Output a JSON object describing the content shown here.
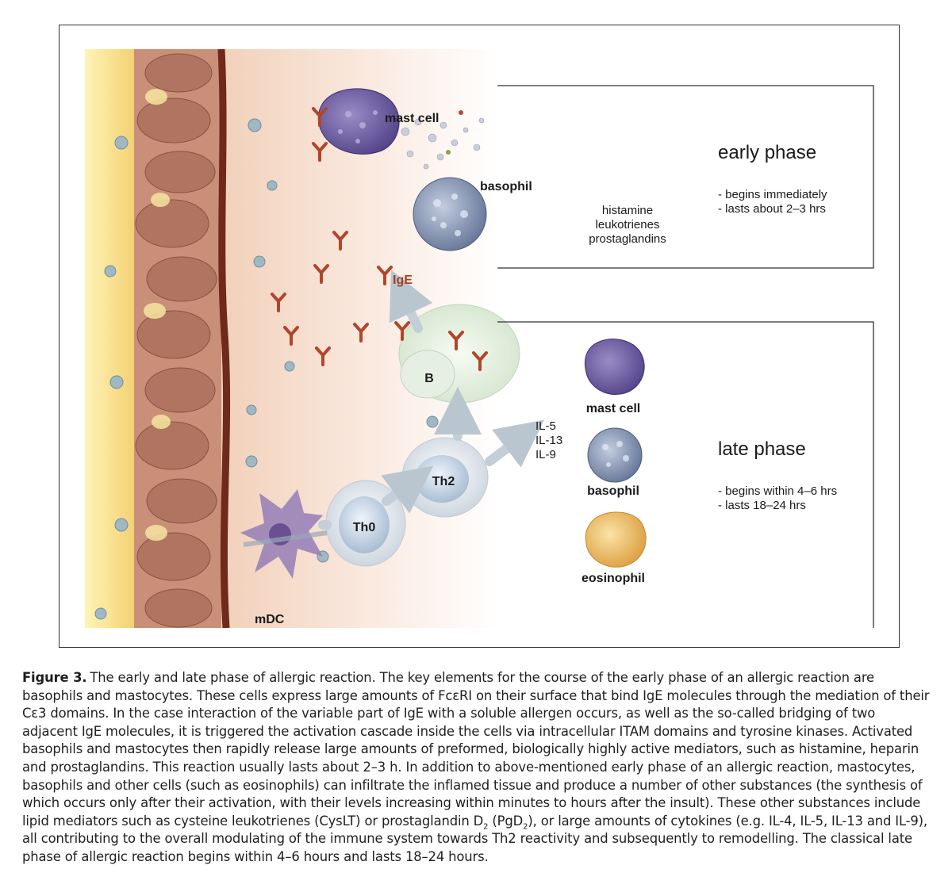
{
  "figure": {
    "label": "Figure 3.",
    "caption_part1": "The early and late phase of allergic reaction. The key elements for the course of the early phase of an allergic reaction are basophils and mastocytes. These cells express large amounts of FcεRI on their surface that bind IgE molecules through the mediation of their Cε3 domains. In the case interaction of the variable part of IgE with a soluble allergen occurs, as well as the so-called bridging of two adjacent IgE molecules, it is triggered the activation cascade inside the cells via intracellular ITAM domains and tyrosine kinases. Activated basophils and mastocytes then rapidly release large amounts of preformed, biologically highly active mediators, such as histamine, heparin and prostaglandins. This reaction usually lasts about 2–3 h. In addition to above-mentioned early phase of an allergic reaction, mastocytes, basophils and other cells (such as eosinophils) can infiltrate the inflamed tissue and produce a number of other substances (the synthesis of which occurs only after their activation, with their levels increasing within minutes to hours after the insult). These other substances include lipid mediators such as cysteine leukotrienes (CysLT) or prostaglandin D",
    "sub1": "2",
    "caption_part2": " (PgD",
    "sub2": "2",
    "caption_part3": "), or large amounts of cytokines (e.g. IL-4, IL-5, IL-13 and IL-9), all contributing to the overall modulating of the immune system towards Th2 reactivity and subsequently to remodelling. The classical late phase of allergic reaction begins within 4–6 hours and lasts 18–24 hours."
  },
  "labels": {
    "mast_cell_top": "mast cell",
    "basophil_top": "basophil",
    "mediator_1": "histamine",
    "mediator_2": "leukotrienes",
    "mediator_3": "prostaglandins",
    "ige": "IgE",
    "b_cell": "B",
    "th2": "Th2",
    "th0": "Th0",
    "mdc": "mDC",
    "il_1": "IL-5",
    "il_2": "IL-13",
    "il_3": "IL-9",
    "mast_cell_late": "mast cell",
    "basophil_late": "basophil",
    "eosinophil": "eosinophil"
  },
  "early_phase": {
    "title": "early phase",
    "line1": "- begins immediately",
    "line2": "- lasts about 2–3 hrs"
  },
  "late_phase": {
    "title": "late phase",
    "line1": "- begins within 4–6 hrs",
    "line2": "- lasts 18–24 hrs"
  },
  "colors": {
    "mast_cell": "#6a5a9a",
    "basophil": "#7a88a8",
    "eosinophil": "#e8b65a",
    "ige_red": "#b0462a",
    "epithelium": "#c98f78",
    "mucus": "#f6d98a"
  }
}
